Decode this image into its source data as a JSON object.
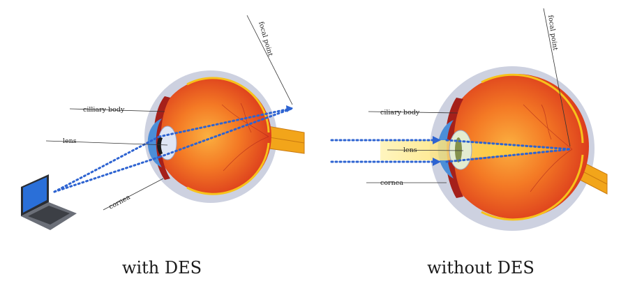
{
  "panels": {
    "with": {
      "caption": "with DES",
      "labels": {
        "focal_point": "focal point",
        "ciliary_body": "cilliary body",
        "lens": "lens",
        "cornea": "cornea"
      }
    },
    "without": {
      "caption": "without DES",
      "labels": {
        "focal_point": "focal point",
        "ciliary_body": "ciliary body",
        "lens": "lens",
        "cornea": "cornea"
      }
    }
  },
  "colors": {
    "sclera_outer": "#cdd1e0",
    "eye_red": "#e8491d",
    "eye_orange": "#f58a2a",
    "eye_dark": "#b3231a",
    "retina_line": "#f7a21b",
    "optic_nerve": "#f2a51a",
    "cornea_blue": "#4b8ed8",
    "lens_pale": "#dfe6f4",
    "ray_blue": "#2d63d1",
    "laptop_screen": "#2a6fd8",
    "laptop_body": "#6b6f78",
    "highlight_yellow": "#fff3b0"
  },
  "icons": [
    "laptop-icon",
    "eye-illustration",
    "eye-illustration"
  ]
}
